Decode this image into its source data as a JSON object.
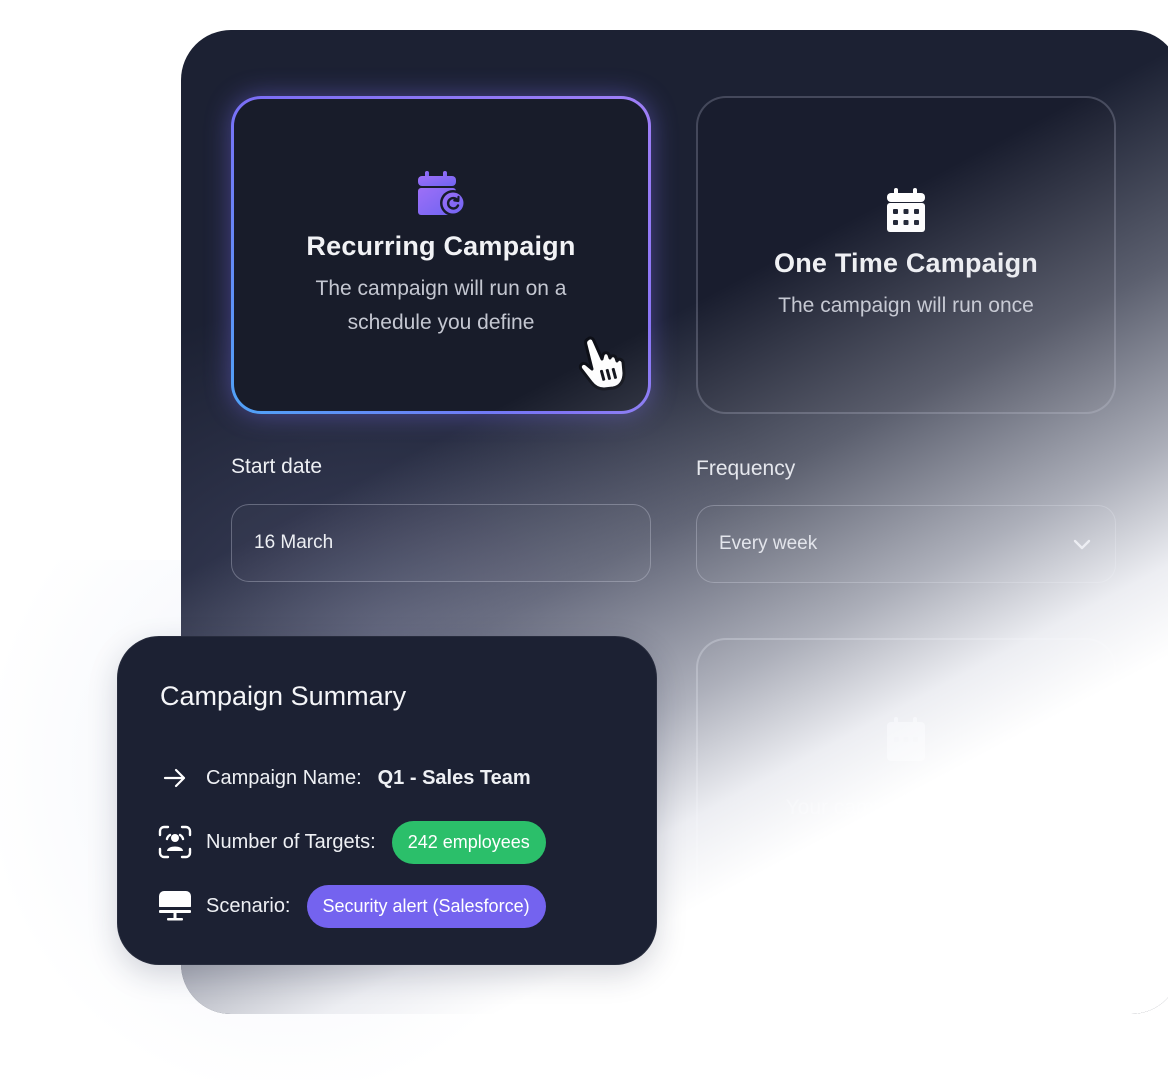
{
  "campaign_type": {
    "options": [
      {
        "title": "Recurring Campaign",
        "description": "The campaign will run on a schedule you define",
        "icon": "calendar-recurring-icon",
        "selected": true
      },
      {
        "title": "One Time Campaign",
        "description": "The campaign will run once",
        "icon": "calendar-icon",
        "selected": false
      }
    ],
    "hint_card": {
      "icon": "calendar-icon",
      "description": "Your campaign emails will be sent over ..."
    }
  },
  "schedule": {
    "start_date": {
      "label": "Start date",
      "value": "16 March"
    },
    "frequency": {
      "label": "Frequency",
      "value": "Every week",
      "icon": "chevron-down-icon"
    }
  },
  "summary": {
    "title": "Campaign Summary",
    "rows": [
      {
        "icon": "arrow-right-icon",
        "label": "Campaign Name:",
        "value": "Q1 - Sales Team"
      },
      {
        "icon": "face-scan-icon",
        "label": "Number of Targets:",
        "badge": "242 employees",
        "badge_color": "#2bbf6a"
      },
      {
        "icon": "monitor-icon",
        "label": "Scenario:",
        "badge": "Security alert (Salesforce)",
        "badge_color": "#7463ef"
      }
    ]
  },
  "colors": {
    "panel": "#1c2133",
    "accent_purple": "#7b6ef6",
    "accent_blue": "#4fa3f7",
    "success_green": "#2bbf6a"
  }
}
